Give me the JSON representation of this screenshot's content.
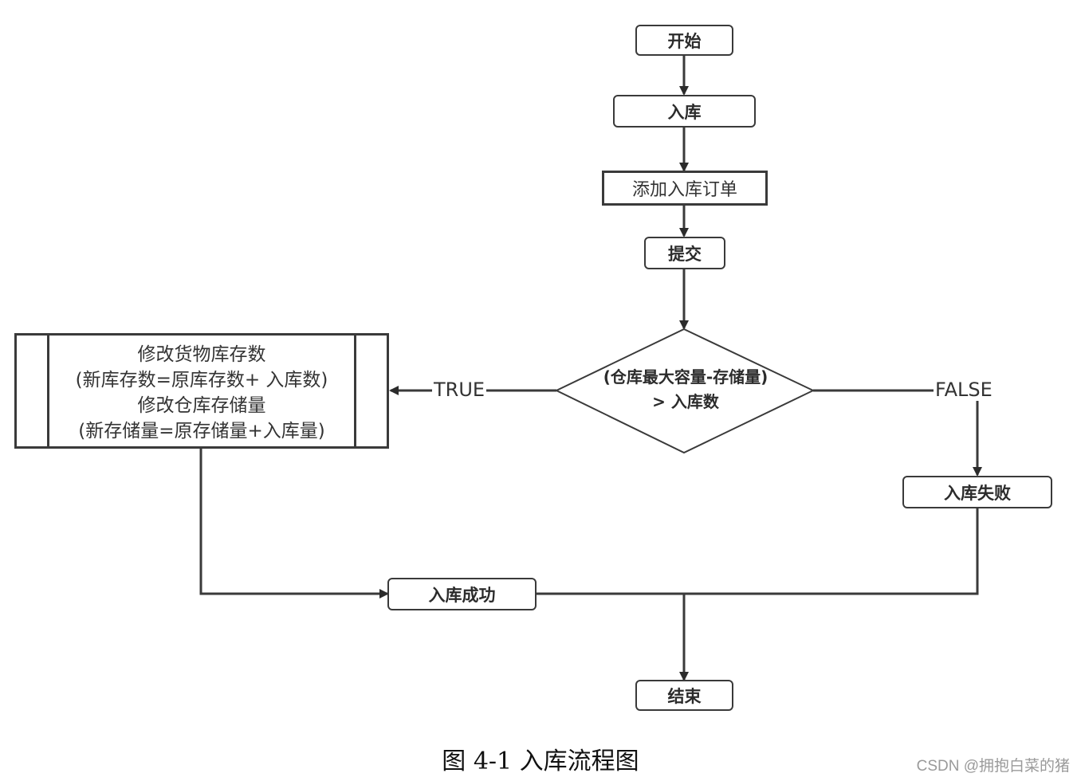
{
  "nodes": {
    "start": "开始",
    "inbound": "入库",
    "add_order": "添加入库订单",
    "submit": "提交",
    "decision_line1": "(仓库最大容量-存储量)",
    "decision_line2": "> 入库数",
    "update_line1": "修改货物库存数",
    "update_line2": "(新库存数=原库存数+  入库数)",
    "update_line3": "修改仓库存储量",
    "update_line4": "(新存储量=原存储量+入库量)",
    "success": "入库成功",
    "fail": "入库失败",
    "end": "结束"
  },
  "edges": {
    "true_label": "TRUE",
    "false_label": "FALSE"
  },
  "caption": "图 4-1 入库流程图",
  "watermark": "CSDN @拥抱白菜的猪"
}
